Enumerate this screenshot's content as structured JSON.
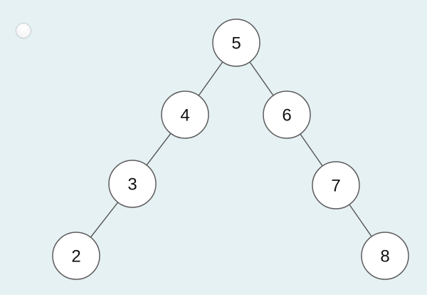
{
  "option": {
    "selected": false
  },
  "tree": {
    "nodes": [
      {
        "id": "n5",
        "label": "5"
      },
      {
        "id": "n4",
        "label": "4"
      },
      {
        "id": "n6",
        "label": "6"
      },
      {
        "id": "n3",
        "label": "3"
      },
      {
        "id": "n7",
        "label": "7"
      },
      {
        "id": "n2",
        "label": "2"
      },
      {
        "id": "n8",
        "label": "8"
      }
    ],
    "edges": [
      [
        "n5",
        "n4"
      ],
      [
        "n5",
        "n6"
      ],
      [
        "n4",
        "n3"
      ],
      [
        "n3",
        "n2"
      ],
      [
        "n6",
        "n7"
      ],
      [
        "n7",
        "n8"
      ]
    ]
  }
}
